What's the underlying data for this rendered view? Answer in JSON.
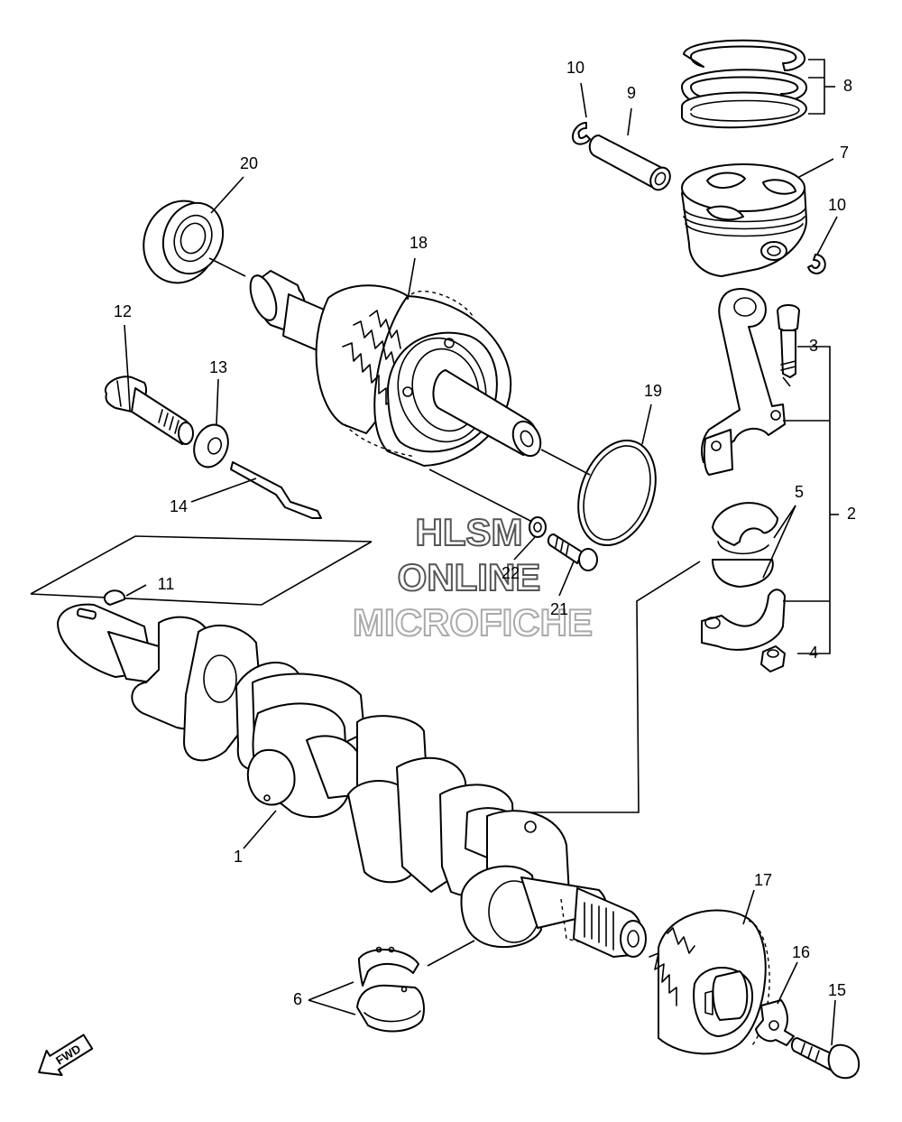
{
  "callouts": [
    {
      "id": "1",
      "label": "1"
    },
    {
      "id": "2",
      "label": "2"
    },
    {
      "id": "3",
      "label": "3"
    },
    {
      "id": "4",
      "label": "4"
    },
    {
      "id": "5",
      "label": "5"
    },
    {
      "id": "6",
      "label": "6"
    },
    {
      "id": "7",
      "label": "7"
    },
    {
      "id": "8",
      "label": "8"
    },
    {
      "id": "9",
      "label": "9"
    },
    {
      "id": "10a",
      "label": "10"
    },
    {
      "id": "10b",
      "label": "10"
    },
    {
      "id": "11",
      "label": "11"
    },
    {
      "id": "12",
      "label": "12"
    },
    {
      "id": "13",
      "label": "13"
    },
    {
      "id": "14",
      "label": "14"
    },
    {
      "id": "15",
      "label": "15"
    },
    {
      "id": "16",
      "label": "16"
    },
    {
      "id": "17",
      "label": "17"
    },
    {
      "id": "18",
      "label": "18"
    },
    {
      "id": "19",
      "label": "19"
    },
    {
      "id": "20",
      "label": "20"
    },
    {
      "id": "21",
      "label": "21"
    },
    {
      "id": "22",
      "label": "22"
    }
  ],
  "watermark": {
    "line1": "HLSM",
    "line2": "ONLINE",
    "line3": "MICROFICHE",
    "color": "#555555",
    "color_light": "#aaaaaa"
  },
  "direction_mark": {
    "label": "FWD",
    "icon": "forward-arrow-icon"
  },
  "colors": {
    "line": "#000000",
    "background": "#ffffff"
  }
}
